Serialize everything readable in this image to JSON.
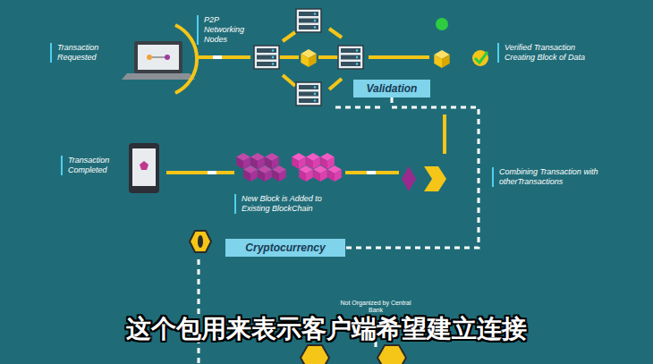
{
  "diagram": {
    "caption": "这个包用来表示客户端希望建立连接",
    "nodes": [
      {
        "text": [
          "Validation"
        ]
      },
      {
        "text": [
          "Cryptocurrency"
        ]
      }
    ],
    "edges": [
      {
        "from": 0,
        "to": 1,
        "arrow": "none"
      }
    ],
    "labels": [
      "Transaction Requested",
      "P2P Networking Nodes",
      "Verified Transaction Creating Block of Data",
      "Transaction Completed",
      "Combining Transaction with otherTransactions",
      "New Block is Added to Existing BlockChain",
      "Not Organized by Central Bank"
    ]
  }
}
